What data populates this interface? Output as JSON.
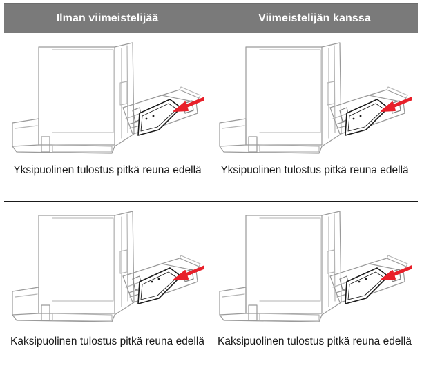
{
  "headers": {
    "left": "Ilman viimeistelijää",
    "right": "Viimeistelijän kanssa"
  },
  "rows": [
    {
      "left_caption": "Yksipuolinen tulostus pitkä reuna edellä",
      "right_caption": "Yksipuolinen tulostus pitkä reuna edellä",
      "duplex": false
    },
    {
      "left_caption": "Kaksipuolinen tulostus pitkä reuna edellä",
      "right_caption": "Kaksipuolinen tulostus pitkä reuna edellä",
      "duplex": true
    }
  ],
  "colors": {
    "header_bg": "#7a7a7a",
    "arrow": "#e8202a",
    "line_art": "#9a9a9a"
  },
  "icons": {
    "insert_arrow": "arrow-left-icon",
    "illustration": "printer-multipurpose-feeder-illustration"
  }
}
